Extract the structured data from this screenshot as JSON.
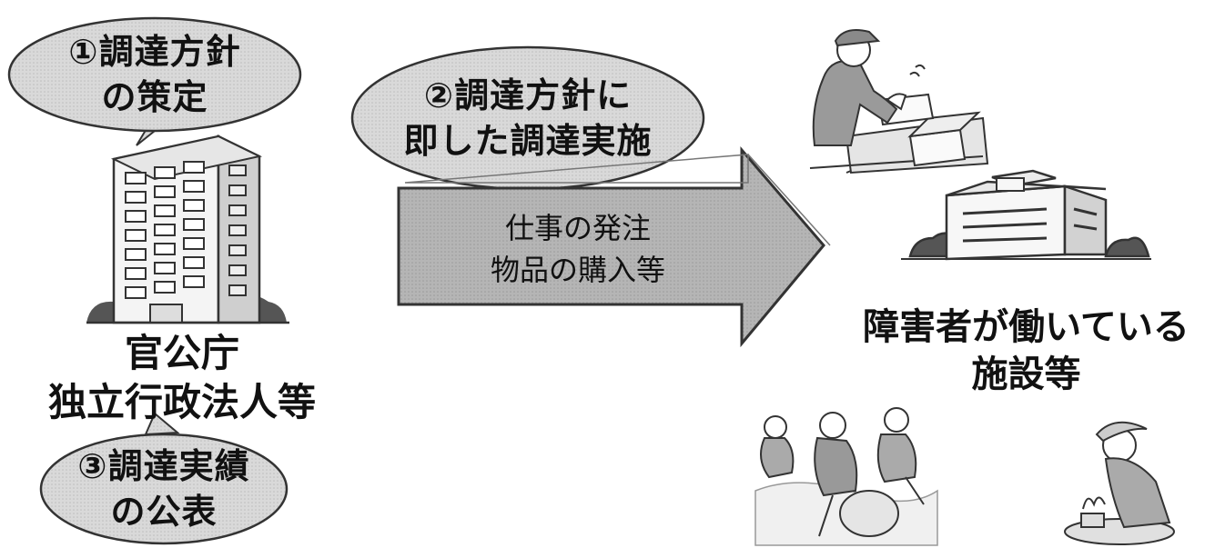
{
  "procuring_bodies": {
    "line1": "官公庁",
    "line2": "独立行政法人等"
  },
  "step1": {
    "line1": "①調達方針",
    "line2": "の策定"
  },
  "step2": {
    "line1": "②調達方針に",
    "line2": "即した調達実施"
  },
  "step3": {
    "line1": "③調達実績",
    "line2": "の公表"
  },
  "flow_arrow": {
    "line1": "仕事の発注",
    "line2": "物品の購入等"
  },
  "facilities": {
    "line1": "障害者が働いている",
    "line2": "施設等"
  },
  "icons": [
    "government-building-icon",
    "factory-worker-icon",
    "facility-building-icon",
    "cleanup-volunteers-icon",
    "gardener-icon"
  ],
  "colors": {
    "bubble_fill": "#d6d6d6",
    "arrow_fill": "#b2b2b2",
    "line": "#333333",
    "text": "#111111"
  }
}
